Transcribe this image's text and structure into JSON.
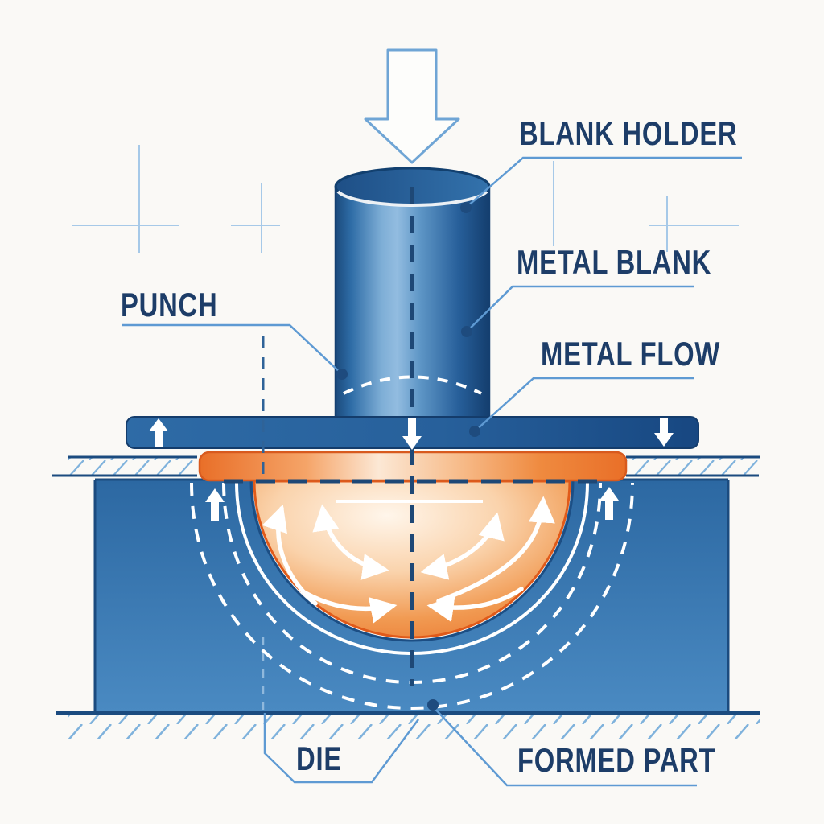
{
  "diagram": {
    "title": "Deep drawing metal forming process (blueprint style)",
    "labels": {
      "blank_holder": "BLANK HOLDER",
      "metal_blank": "METAL BLANK",
      "metal_flow": "METAL FLOW",
      "punch": "PUNCH",
      "die": "DIE",
      "formed_part": "FORMED PART"
    },
    "icons": [
      "force-down-arrow-icon",
      "blank-holder-up-arrow-icon",
      "blank-holder-center-down-arrow-icon",
      "blank-holder-right-down-arrow-icon",
      "die-left-up-arrow-icon",
      "die-right-up-arrow-icon",
      "metal-flow-curved-arrow-icons",
      "crosshair-registration-marks"
    ],
    "colors": {
      "background": "#FAF9F6",
      "label_text_navy": "#1D3D68",
      "outline_navy": "#1B4B7F",
      "steel_blue": "#2E6BA5",
      "die_blue_bottom": "#4A8AC2",
      "metal_orange": "#E96F28",
      "orange_highlight": "#FCE8D5",
      "leader_light_blue": "#5E9AD3",
      "hatch_light_blue": "#7FB2DC",
      "flow_arrow_white": "#FFFFFF"
    }
  }
}
